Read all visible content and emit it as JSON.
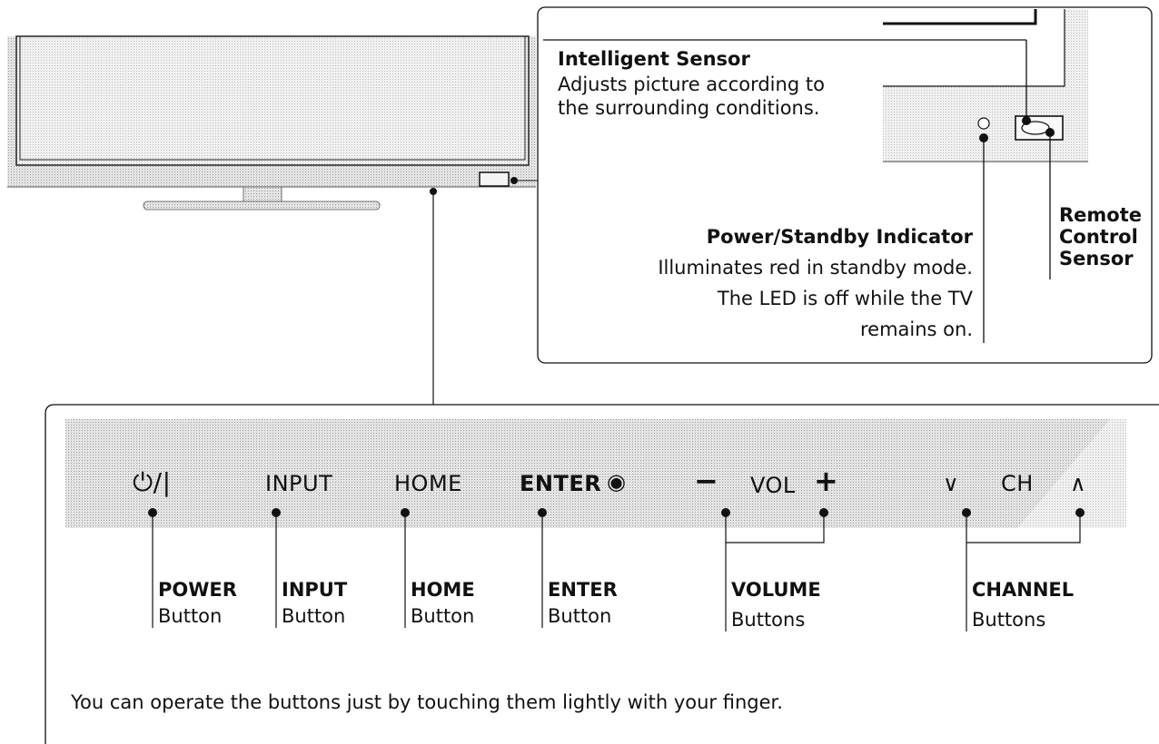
{
  "sensor_box": {
    "intelligent_sensor": {
      "title": "Intelligent Sensor",
      "line1": "Adjusts picture according to",
      "line2": "the surrounding conditions."
    },
    "power_indicator": {
      "title": "Power/Standby Indicator",
      "line1": "Illuminates red in standby mode.",
      "line2": "The LED is off while the TV",
      "line3": "remains on."
    },
    "remote_sensor": {
      "line1": "Remote",
      "line2": "Control",
      "line3": "Sensor"
    }
  },
  "panel": {
    "power_glyph": "⏻/|",
    "input": "INPUT",
    "home": "HOME",
    "enter": "ENTER",
    "enter_glyph": "◉",
    "vol_minus": "−",
    "vol": "VOL",
    "vol_plus": "+",
    "ch_down": "∨",
    "ch": "CH",
    "ch_up": "∧"
  },
  "button_labels": {
    "power": {
      "line1": "POWER",
      "line2": "Button"
    },
    "input": {
      "line1": "INPUT",
      "line2": "Button"
    },
    "home": {
      "line1": "HOME",
      "line2": "Button"
    },
    "enter": {
      "line1": "ENTER",
      "line2": "Button"
    },
    "volume": {
      "line1": "VOLUME",
      "line2": "Buttons"
    },
    "channel": {
      "line1": "CHANNEL",
      "line2": "Buttons"
    }
  },
  "footnote": "You can operate the buttons just by touching them lightly with your finger."
}
